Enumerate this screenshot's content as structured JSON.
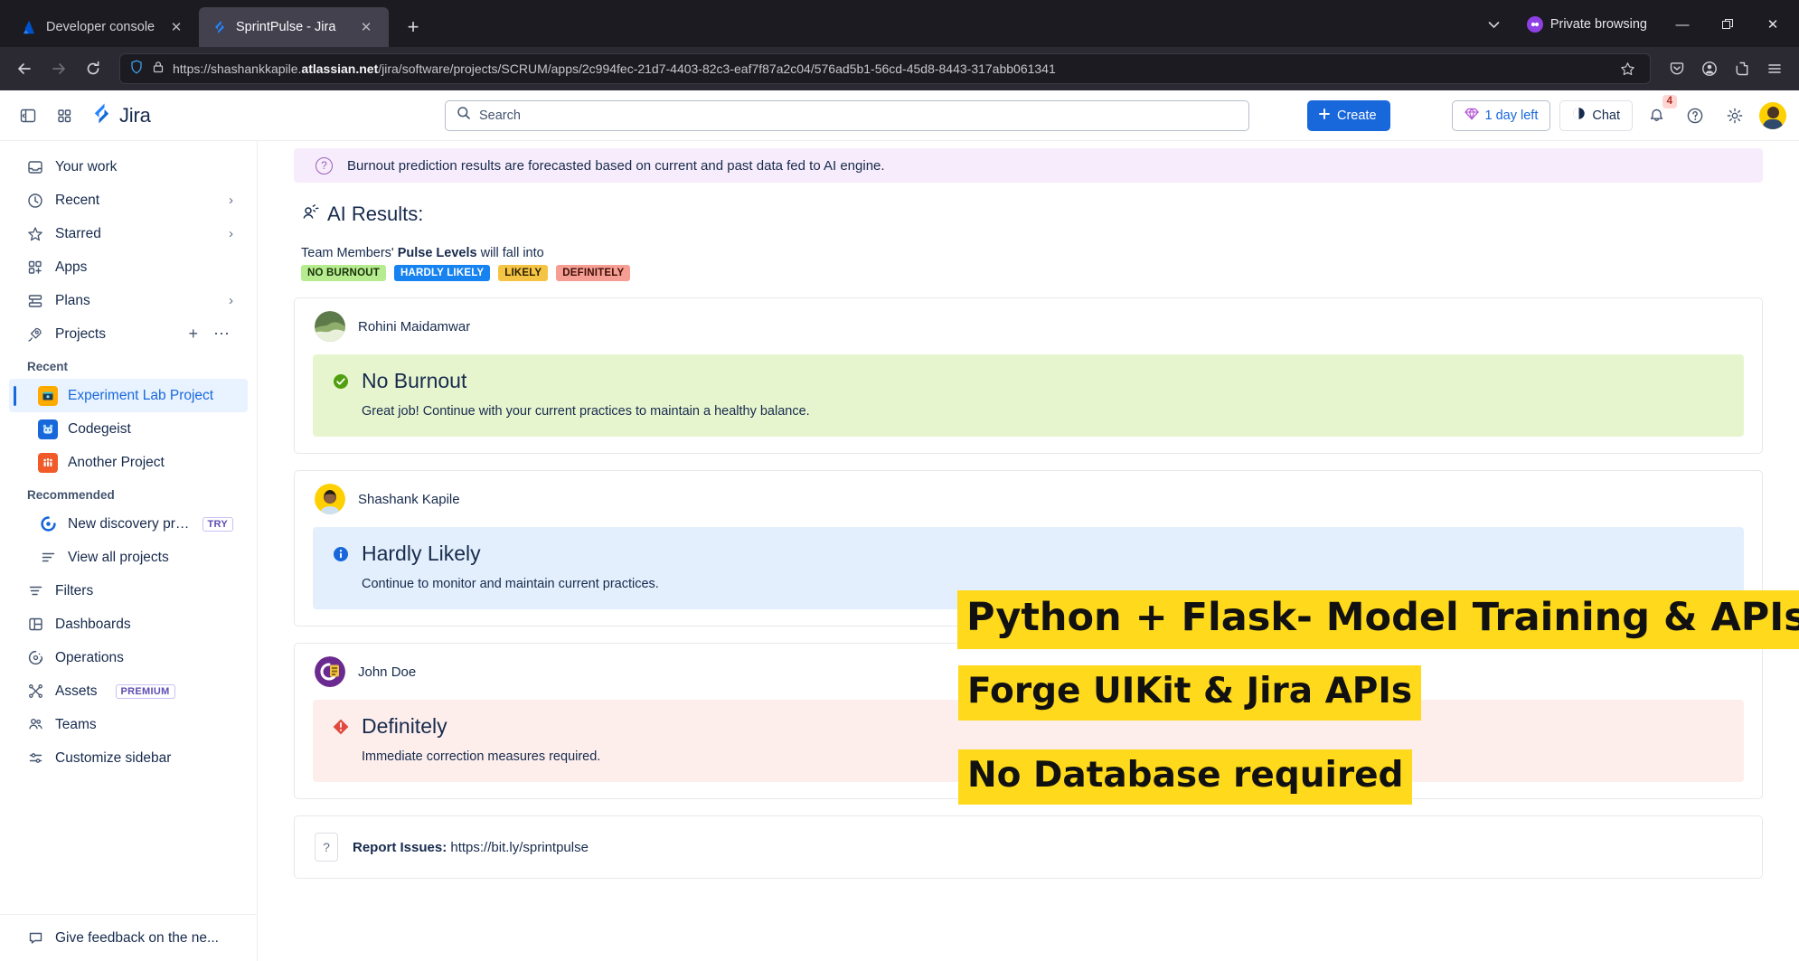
{
  "browser": {
    "tabs": [
      {
        "title": "Developer console",
        "favicon": "atlassian-icon",
        "active": false,
        "close_label": "✕"
      },
      {
        "title": "SprintPulse - Jira",
        "favicon": "jira-icon",
        "active": true,
        "close_label": "✕"
      }
    ],
    "new_tab_label": "+",
    "window_title": "Private browsing",
    "window_chevron": "⌄",
    "controls": {
      "minimize": "—",
      "restore": "❐",
      "close": "✕"
    },
    "nav": {
      "back": "←",
      "forward": "→",
      "reload": "⟳"
    },
    "url": {
      "prefix": "https://shashankkapile.",
      "domain": "atlassian.net",
      "suffix": "/jira/software/projects/SCRUM/apps/2c994fec-21d7-4403-82c3-eaf7f87a2c04/576ad5b1-56cd-45d8-8443-317abb061341"
    },
    "toolbar_icons": [
      "shield-icon",
      "lock-icon",
      "star-icon",
      "pocket-icon",
      "account-icon",
      "extensions-icon",
      "menu-icon"
    ]
  },
  "jira_header": {
    "app_switcher": "apps-grid-icon",
    "sidebar_toggle": "panel-collapse-icon",
    "logo_text": "Jira",
    "search_placeholder": "Search",
    "create_label": "Create",
    "trial_label": "1 day left",
    "chat_label": "Chat",
    "notifications_count": "4",
    "help_label": "?",
    "settings_label": "gear"
  },
  "sidebar": {
    "items": [
      {
        "label": "Your work",
        "icon": "inbox-icon",
        "chevron": ""
      },
      {
        "label": "Recent",
        "icon": "clock-icon",
        "chevron": "›"
      },
      {
        "label": "Starred",
        "icon": "star-icon",
        "chevron": "›"
      },
      {
        "label": "Apps",
        "icon": "apps-plus-icon",
        "chevron": ""
      },
      {
        "label": "Plans",
        "icon": "plans-icon",
        "chevron": "›"
      },
      {
        "label": "Projects",
        "icon": "rocket-icon",
        "chevron": "",
        "add": "+",
        "more": "⋯"
      }
    ],
    "recent_label": "Recent",
    "recent_projects": [
      {
        "label": "Experiment Lab Project",
        "selected": true,
        "icon_bg": "#ffab00",
        "icon_glyph": "🗂"
      },
      {
        "label": "Codegeist",
        "selected": false,
        "icon_bg": "#1868db",
        "icon_glyph": "🐻"
      },
      {
        "label": "Another Project",
        "selected": false,
        "icon_bg": "#f15b2a",
        "icon_glyph": "👥"
      }
    ],
    "recommended_label": "Recommended",
    "recommended": [
      {
        "label": "New discovery proj...",
        "tag": "TRY",
        "icon": "discovery-icon"
      },
      {
        "label": "View all projects",
        "tag": "",
        "icon": "list-icon"
      }
    ],
    "bottom_items": [
      {
        "label": "Filters",
        "icon": "filter-icon",
        "tag": ""
      },
      {
        "label": "Dashboards",
        "icon": "dashboard-icon",
        "tag": ""
      },
      {
        "label": "Operations",
        "icon": "operations-icon",
        "tag": ""
      },
      {
        "label": "Assets",
        "icon": "assets-icon",
        "tag": "PREMIUM"
      },
      {
        "label": "Teams",
        "icon": "teams-icon",
        "tag": ""
      },
      {
        "label": "Customize sidebar",
        "icon": "sliders-icon",
        "tag": ""
      }
    ],
    "feedback_label": "Give feedback on the ne..."
  },
  "main": {
    "info_banner": "Burnout prediction results are forecasted based on current and past data fed to AI engine.",
    "ai_results_title": "AI Results:",
    "legend_prefix": "Team Members' ",
    "legend_bold": "Pulse Levels",
    "legend_suffix": " will fall into",
    "legend_badges": [
      {
        "label": "NO BURNOUT",
        "bg": "#b7eb8f",
        "fg": "#18310a"
      },
      {
        "label": "HARDLY LIKELY",
        "bg": "#1683f0",
        "fg": "#ffffff"
      },
      {
        "label": "LIKELY",
        "bg": "#f5c445",
        "fg": "#2b2100"
      },
      {
        "label": "DEFINITELY",
        "bg": "#f79e94",
        "fg": "#3d0f08"
      }
    ],
    "cards": [
      {
        "member": "Rohini Maidamwar",
        "avatar_kind": "photo-green",
        "status_title": "No Burnout",
        "status_icon": "check-circle-icon",
        "status_icon_color": "#4f9f0f",
        "description": "Great job! Continue with your current practices to maintain a healthy balance.",
        "box_class": "rb-green"
      },
      {
        "member": "Shashank Kapile",
        "avatar_kind": "photo-yellow",
        "status_title": "Hardly Likely",
        "status_icon": "info-circle-icon",
        "status_icon_color": "#1868db",
        "description": "Continue to monitor and maintain current practices.",
        "box_class": "rb-blue"
      },
      {
        "member": "John Doe",
        "avatar_kind": "photo-purple",
        "status_title": "Definitely",
        "status_icon": "error-diamond-icon",
        "status_icon_color": "#e2483d",
        "description": "Immediate correction measures required.",
        "box_class": "rb-red"
      }
    ],
    "report": {
      "icon": "question-box-icon",
      "label": "Report Issues:",
      "url": "https://bit.ly/sprintpulse"
    }
  },
  "annotations": [
    {
      "text": "Python + Flask- Model Training & APIs",
      "bg": "#ffd91c",
      "fg": "#111111"
    },
    {
      "text": "Forge UIKit & Jira APIs",
      "bg": "#ffd91c",
      "fg": "#111111"
    },
    {
      "text": "No Database required",
      "bg": "#ffd91c",
      "fg": "#111111"
    }
  ]
}
